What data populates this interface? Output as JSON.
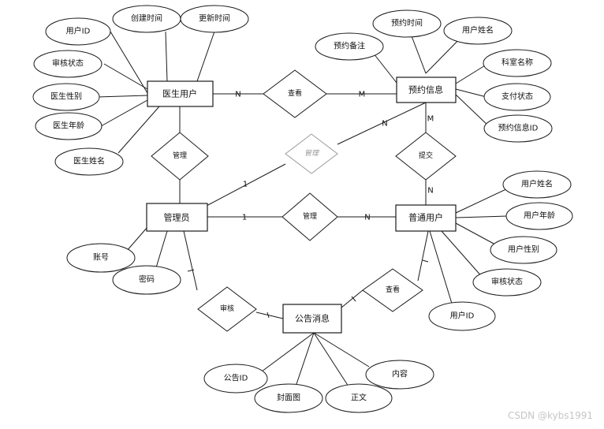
{
  "entities": {
    "doctor_user": "医生用户",
    "appointment_info": "预约信息",
    "admin": "管理员",
    "normal_user": "普通用户",
    "announcement": "公告消息"
  },
  "relationships": {
    "view_doctor_appt": "查看",
    "manage_doctor": "管理",
    "manage_appt": "管理",
    "submit": "提交",
    "manage_user": "管理",
    "audit": "审核",
    "view_announcement": "查看"
  },
  "attributes": {
    "doctor_user_id": "用户ID",
    "doctor_created_time": "创建时间",
    "doctor_updated_time": "更新时间",
    "doctor_audit_status": "审核状态",
    "doctor_gender": "医生性别",
    "doctor_age": "医生年龄",
    "doctor_name": "医生姓名",
    "appt_remark": "预约备注",
    "appt_time": "预约时间",
    "appt_user_name": "用户姓名",
    "appt_department": "科室名称",
    "appt_pay_status": "支付状态",
    "appt_id": "预约信息ID",
    "admin_account": "账号",
    "admin_password": "密码",
    "user_name": "用户姓名",
    "user_age": "用户年龄",
    "user_gender": "用户性别",
    "user_audit_status": "审核状态",
    "user_id": "用户ID",
    "announcement_id": "公告ID",
    "announcement_cover": "封面图",
    "announcement_body": "正文",
    "announcement_content": "内容"
  },
  "cardinalities": {
    "doctor_view_n": "N",
    "view_appt_m": "M",
    "appt_manage_n": "N",
    "admin_manage_1": "1",
    "appt_submit_m": "M",
    "submit_user_n": "N",
    "admin_user_1": "1",
    "manage_user_n": "N"
  },
  "watermark": "CSDN @kybs1991"
}
